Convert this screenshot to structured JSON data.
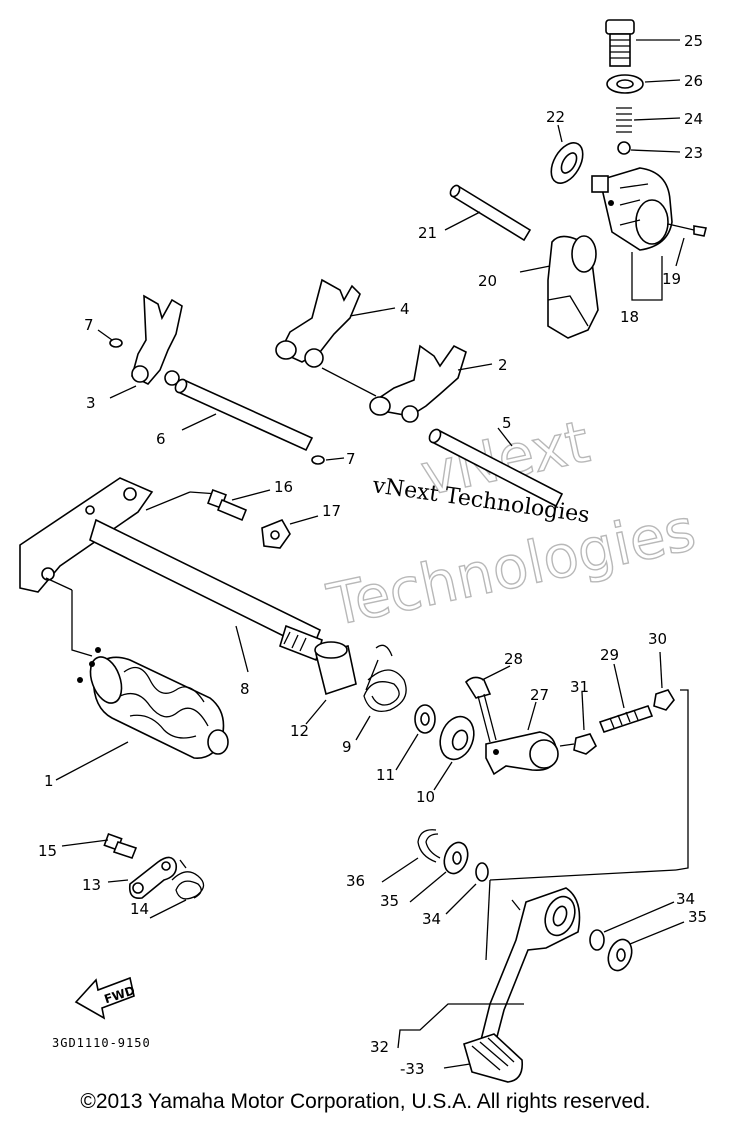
{
  "labels": {
    "p1": "1",
    "p2": "2",
    "p3": "3",
    "p4": "4",
    "p5": "5",
    "p6": "6",
    "p7a": "7",
    "p7b": "7",
    "p8": "8",
    "p9": "9",
    "p10": "10",
    "p11": "11",
    "p12": "12",
    "p13": "13",
    "p14": "14",
    "p15": "15",
    "p16": "16",
    "p17": "17",
    "p18": "18",
    "p19": "19",
    "p20": "20",
    "p21": "21",
    "p22": "22",
    "p23": "23",
    "p24": "24",
    "p25": "25",
    "p26": "26",
    "p27": "27",
    "p28": "28",
    "p29": "29",
    "p30": "30",
    "p31": "31",
    "p32": "32",
    "p33": "-33",
    "p34a": "34",
    "p34b": "34",
    "p35a": "35",
    "p35b": "35",
    "p36": "36"
  },
  "watermark": {
    "outline_line1": "vNext",
    "outline_line2": "Technologies",
    "text": "vNext Technologies"
  },
  "fwd_label": "FWD",
  "diagram_code": "3GD1110-9150",
  "copyright": "©2013 Yamaha Motor Corporation, U.S.A. All rights reserved."
}
